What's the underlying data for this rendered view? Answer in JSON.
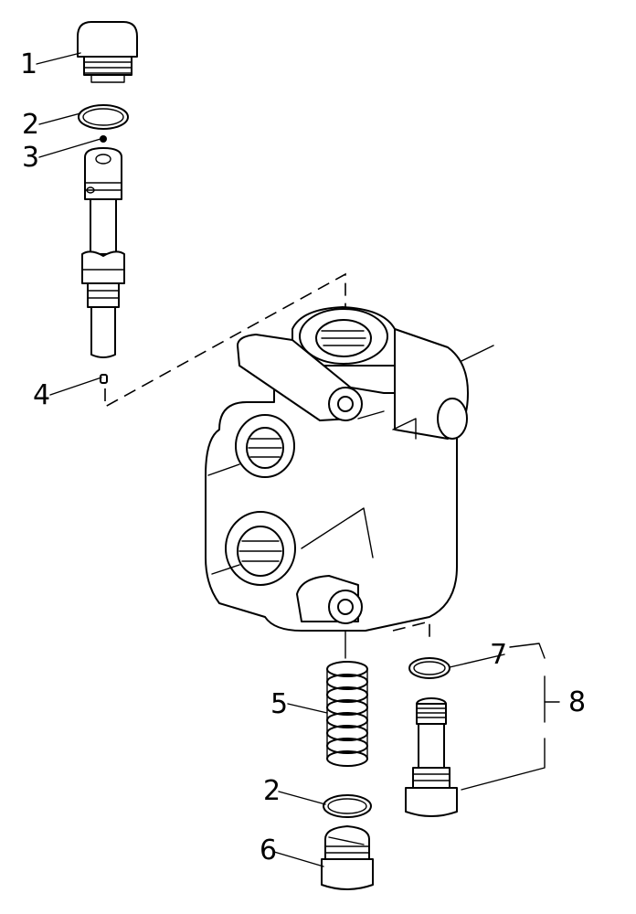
{
  "callouts": {
    "c1": "1",
    "c2_top": "2",
    "c3": "3",
    "c4": "4",
    "c5": "5",
    "c2_bottom": "2",
    "c6": "6",
    "c7": "7",
    "c8": "8"
  }
}
